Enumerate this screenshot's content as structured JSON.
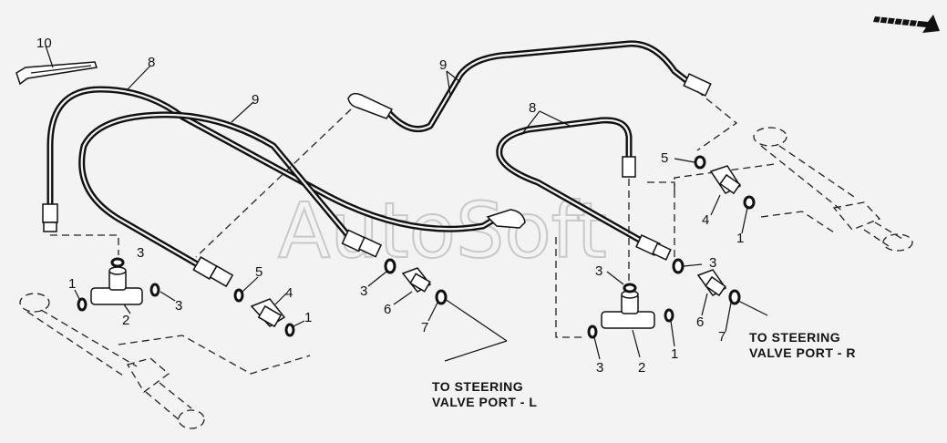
{
  "watermark": "AutoSoft",
  "callouts": {
    "item_10": "10",
    "item_8_left": "8",
    "item_9_left": "9",
    "item_9_top": "9",
    "item_8_right": "8",
    "item_3_a": "3",
    "item_1_a": "1",
    "item_2_a": "2",
    "item_3_b": "3",
    "item_5_a": "5",
    "item_4_a": "4",
    "item_1_b": "1",
    "item_3_c": "3",
    "item_6_a": "6",
    "item_7_a": "7",
    "item_5_b": "5",
    "item_4_b": "4",
    "item_1_c": "1",
    "item_3_d": "3",
    "item_3_e": "3",
    "item_6_b": "6",
    "item_7_b": "7",
    "item_3_f": "3",
    "item_2_b": "2",
    "item_1_d": "1"
  },
  "notes": {
    "port_l_line1": "TO STEERING",
    "port_l_line2": "VALVE PORT - L",
    "port_r_line1": "TO STEERING",
    "port_r_line2": "VALVE PORT - R"
  }
}
